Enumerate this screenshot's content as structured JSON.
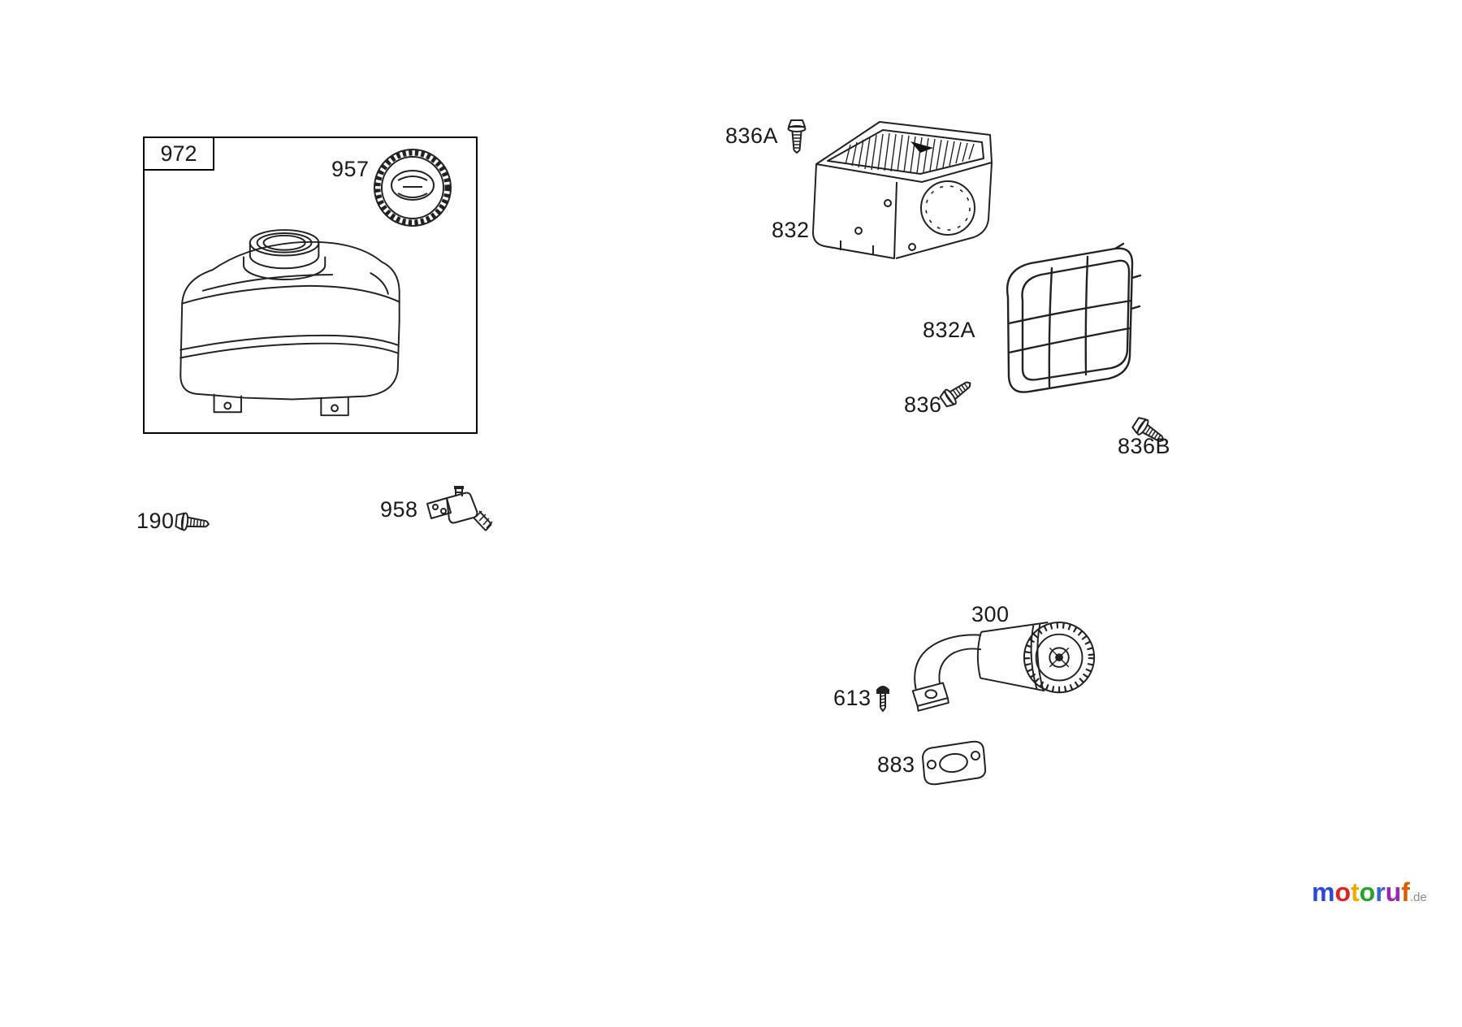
{
  "labels": {
    "frame": "972",
    "fuel_cap": "957",
    "shield_bolt_top": "836A",
    "shield": "832",
    "wire_guard": "832A",
    "guard_bolt": "836",
    "guard_bolt_b": "836B",
    "tank_bolt": "190",
    "fuel_valve": "958",
    "muffler": "300",
    "muffler_screw": "613",
    "gasket": "883"
  },
  "watermark": {
    "word": "motoruf",
    "suffix": ".de",
    "letter_colors": [
      "#2b4bd7",
      "#e02222",
      "#f5a800",
      "#28a428",
      "#3a62d0",
      "#9c27b0",
      "#e05a00"
    ]
  },
  "colors": {
    "line": "#222222",
    "label_text": "#1a1a1a",
    "background": "#ffffff"
  }
}
